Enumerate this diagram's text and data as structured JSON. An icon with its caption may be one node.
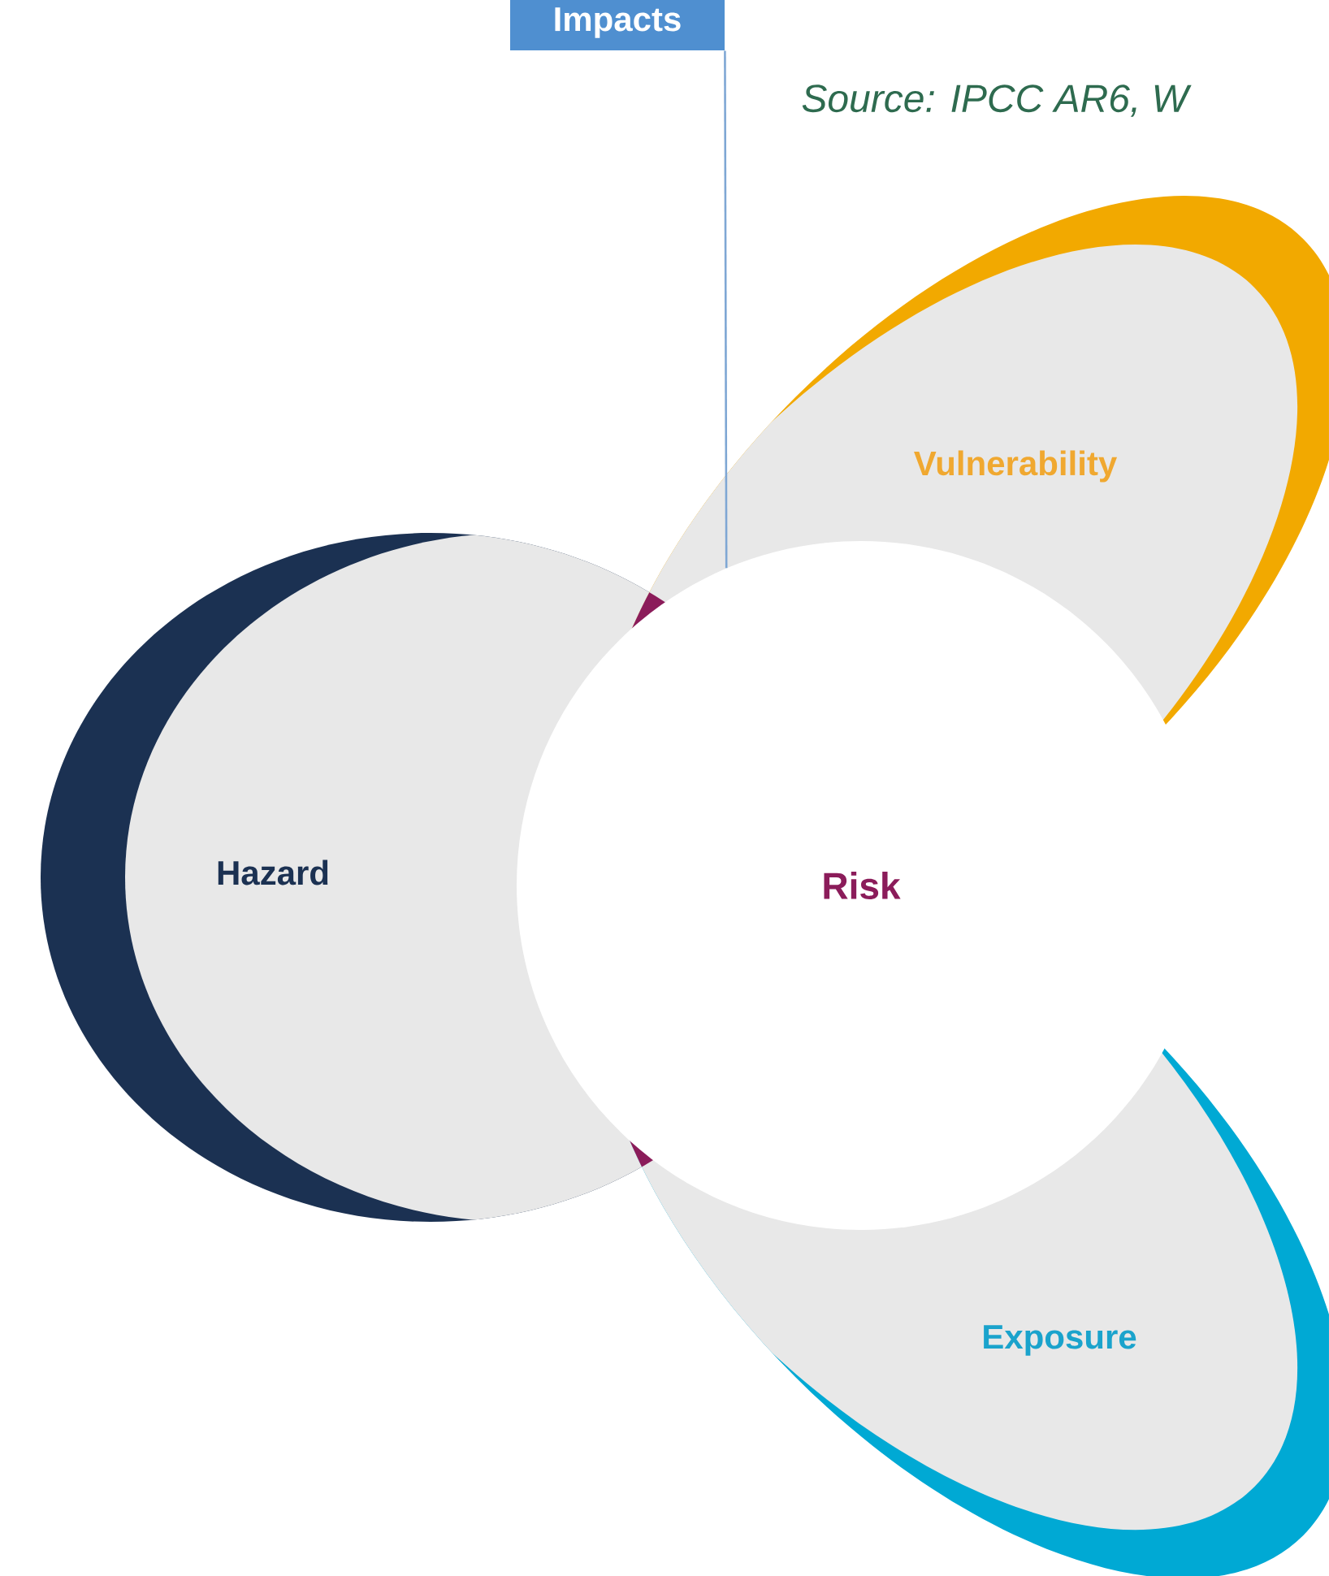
{
  "diagram": {
    "nodes": [
      {
        "text": [
          "Hazard"
        ]
      },
      {
        "text": [
          "Vulnerability"
        ]
      },
      {
        "text": [
          "Exposure"
        ]
      },
      {
        "text": [
          "Risk"
        ]
      },
      {
        "text": [
          "Impacts"
        ]
      }
    ],
    "edges": [
      {
        "from": 4,
        "to": 3,
        "arrow": "none"
      }
    ],
    "labels": [
      "Source: IPCC AR6, W"
    ]
  }
}
